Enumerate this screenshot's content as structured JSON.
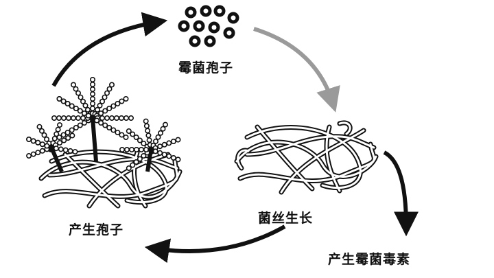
{
  "labels": {
    "spores": "霉菌孢子",
    "hyphae_growth": "菌丝生长",
    "produce_spores": "产生孢子",
    "produce_toxin": "产生霉菌毒素"
  },
  "colors": {
    "ink": "#111111",
    "gray_arrow": "#9a9a9a",
    "background": "#ffffff"
  }
}
